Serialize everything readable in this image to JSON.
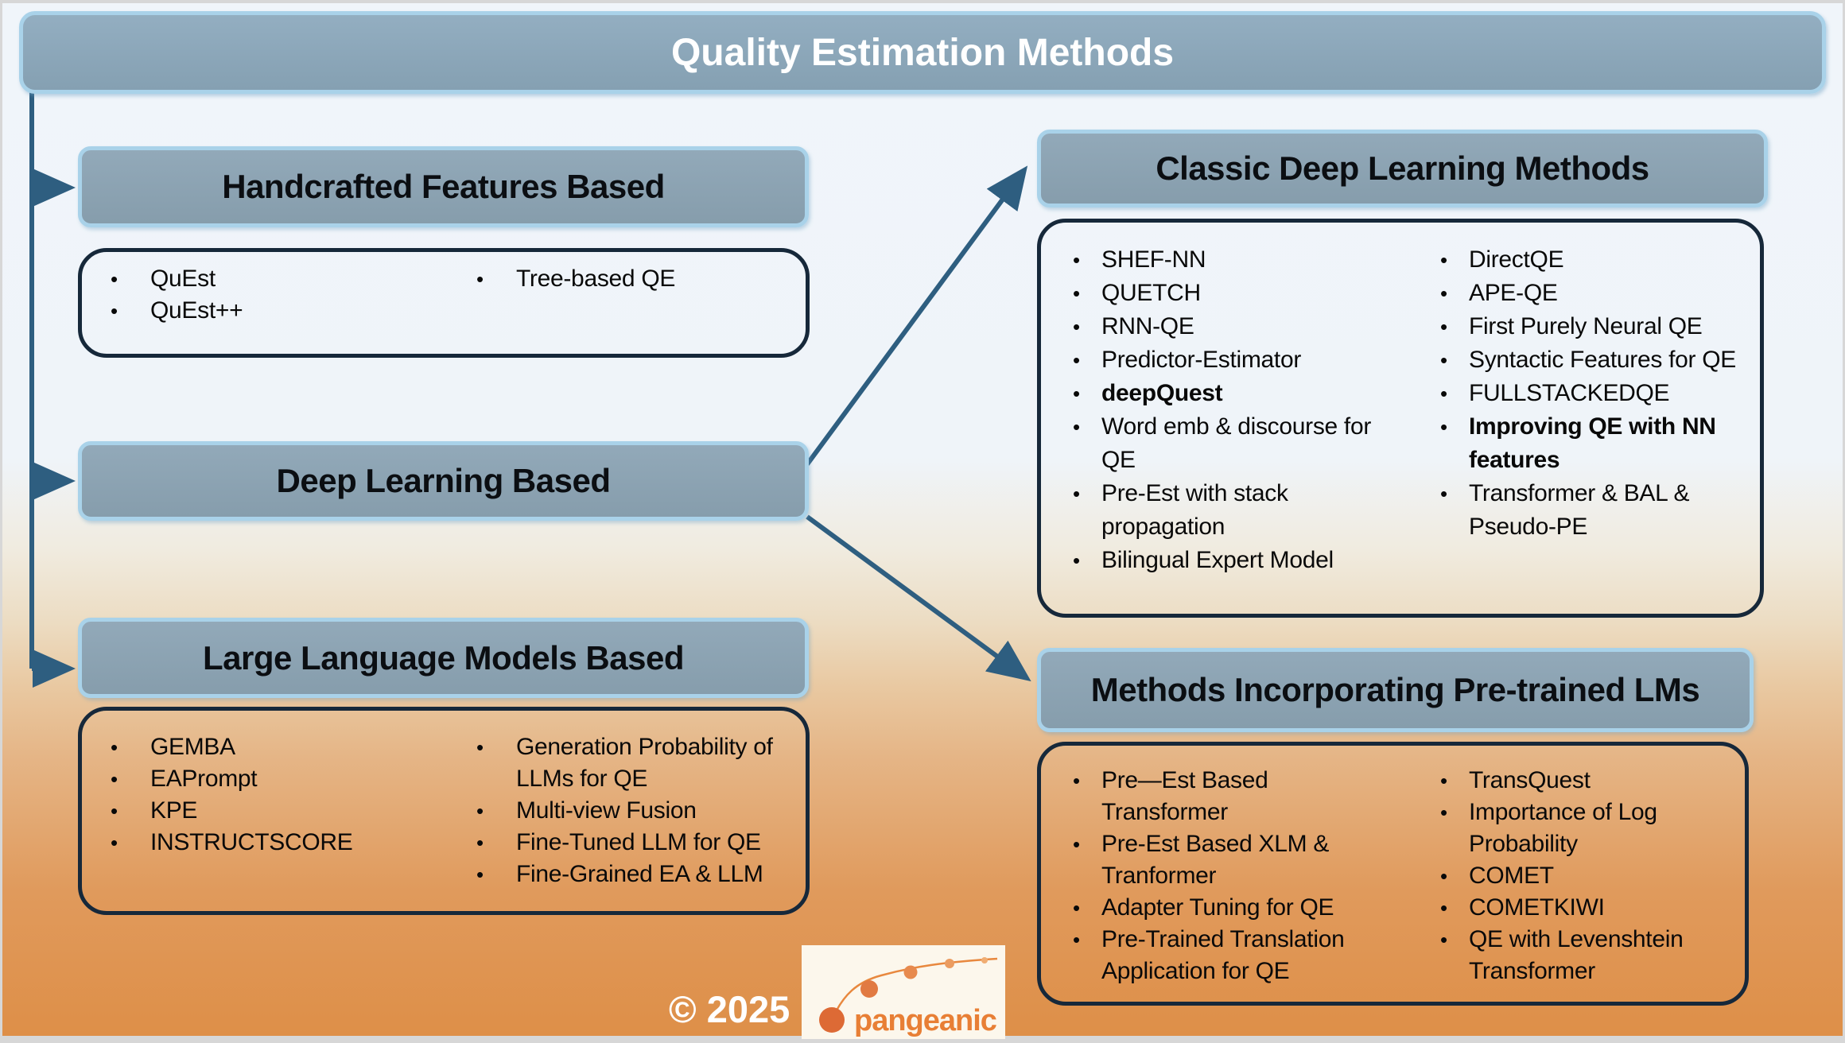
{
  "title": {
    "text": "Quality Estimation Methods"
  },
  "ui": {
    "bullet_char": "•"
  },
  "colors": {
    "title_fill": "#8aa5b7",
    "header_fill": "#8ca3b2",
    "light_blue_border": "#a9d2e9",
    "list_border": "#16283a",
    "arrow": "#2e5e80",
    "bg_top": "#f0f5fa",
    "bg_bottom": "#de8f48",
    "logo_orange": "#e87f35",
    "logo_dot_dark": "#dd6a35",
    "logo_bg": "#fcf7ec"
  },
  "branches": {
    "handcrafted": {
      "header": "Handcrafted Features Based",
      "col1": [
        {
          "text": "QuEst"
        },
        {
          "text": "QuEst++"
        }
      ],
      "col2": [
        {
          "text": "Tree-based QE"
        }
      ]
    },
    "deep_learning": {
      "header": "Deep Learning Based"
    },
    "llm": {
      "header": "Large Language Models Based",
      "col1": [
        {
          "text": "GEMBA"
        },
        {
          "text": "EAPrompt"
        },
        {
          "text": "KPE"
        },
        {
          "text": "INSTRUCTSCORE"
        }
      ],
      "col2": [
        {
          "text": "Generation Probability of LLMs for QE"
        },
        {
          "text": "Multi-view Fusion"
        },
        {
          "text": "Fine-Tuned LLM for QE"
        },
        {
          "text": "Fine-Grained EA & LLM"
        }
      ]
    },
    "classic_dl": {
      "header": "Classic Deep Learning Methods",
      "col1": [
        {
          "text": "SHEF-NN"
        },
        {
          "text": "QUETCH"
        },
        {
          "text": "RNN-QE"
        },
        {
          "text": "Predictor-Estimator"
        },
        {
          "text": "deepQuest",
          "bold": true
        },
        {
          "text": "Word emb & discourse for QE"
        },
        {
          "text": "Pre-Est with stack propagation"
        },
        {
          "text": "Bilingual Expert Model"
        }
      ],
      "col2": [
        {
          "text": "DirectQE"
        },
        {
          "text": "APE-QE"
        },
        {
          "text": "First Purely Neural QE"
        },
        {
          "text": "Syntactic Features for QE"
        },
        {
          "text": "FULLSTACKEDQE"
        },
        {
          "text": "Improving QE with NN features",
          "bold": true
        },
        {
          "text": "Transformer & BAL & Pseudo-PE"
        }
      ]
    },
    "pretrained_lm": {
      "header": "Methods Incorporating Pre-trained LMs",
      "col1": [
        {
          "text": "Pre—Est Based Transformer"
        },
        {
          "text": "Pre-Est Based XLM & Tranformer"
        },
        {
          "text": "Adapter Tuning for QE"
        },
        {
          "text": "Pre-Trained Translation Application for QE"
        }
      ],
      "col2": [
        {
          "text": "TransQuest"
        },
        {
          "text": "Importance of Log Probability"
        },
        {
          "text": "COMET"
        },
        {
          "text": "COMETKIWI"
        },
        {
          "text": "QE with Levenshtein Transformer"
        }
      ]
    }
  },
  "footer": {
    "copyright": "© 2025",
    "logo_text": "pangeanic"
  }
}
